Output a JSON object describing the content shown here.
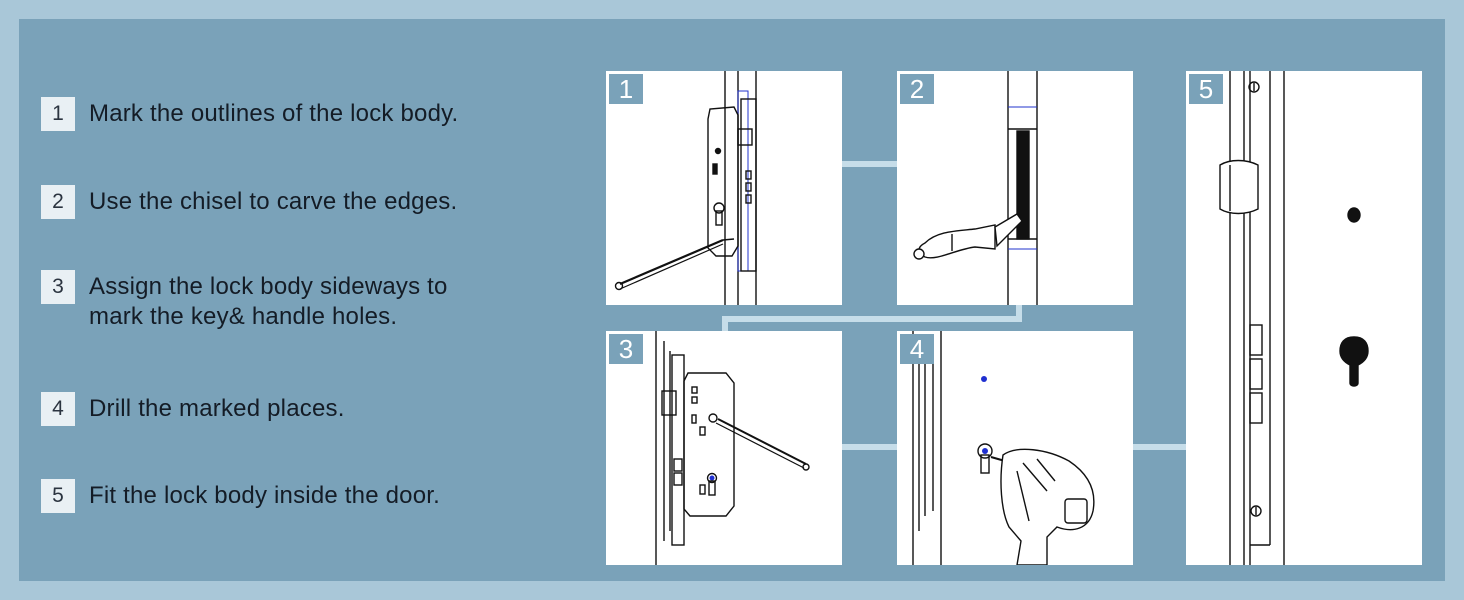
{
  "steps": [
    {
      "num": "1",
      "text": "Mark the outlines of the lock body."
    },
    {
      "num": "2",
      "text": "Use the chisel to carve the edges."
    },
    {
      "num": "3",
      "text": "Assign the lock body sideways to\nmark the key& handle holes."
    },
    {
      "num": "4",
      "text": "Drill the marked places."
    },
    {
      "num": "5",
      "text": "Fit the lock body inside the door."
    }
  ],
  "illustrations": [
    {
      "badge": "1",
      "icon": "pencil-marking-lock-outline-icon"
    },
    {
      "badge": "2",
      "icon": "chisel-carving-edge-icon"
    },
    {
      "badge": "3",
      "icon": "lock-body-sideways-marking-icon"
    },
    {
      "badge": "4",
      "icon": "drill-marked-holes-icon"
    },
    {
      "badge": "5",
      "icon": "lock-fitted-in-door-icon"
    }
  ],
  "colors": {
    "background": "#a9c7d8",
    "panel": "#7aa2b9",
    "badge": "#7aa2b9",
    "connector": "#c6dde9",
    "mark": "#1f2fd0"
  }
}
